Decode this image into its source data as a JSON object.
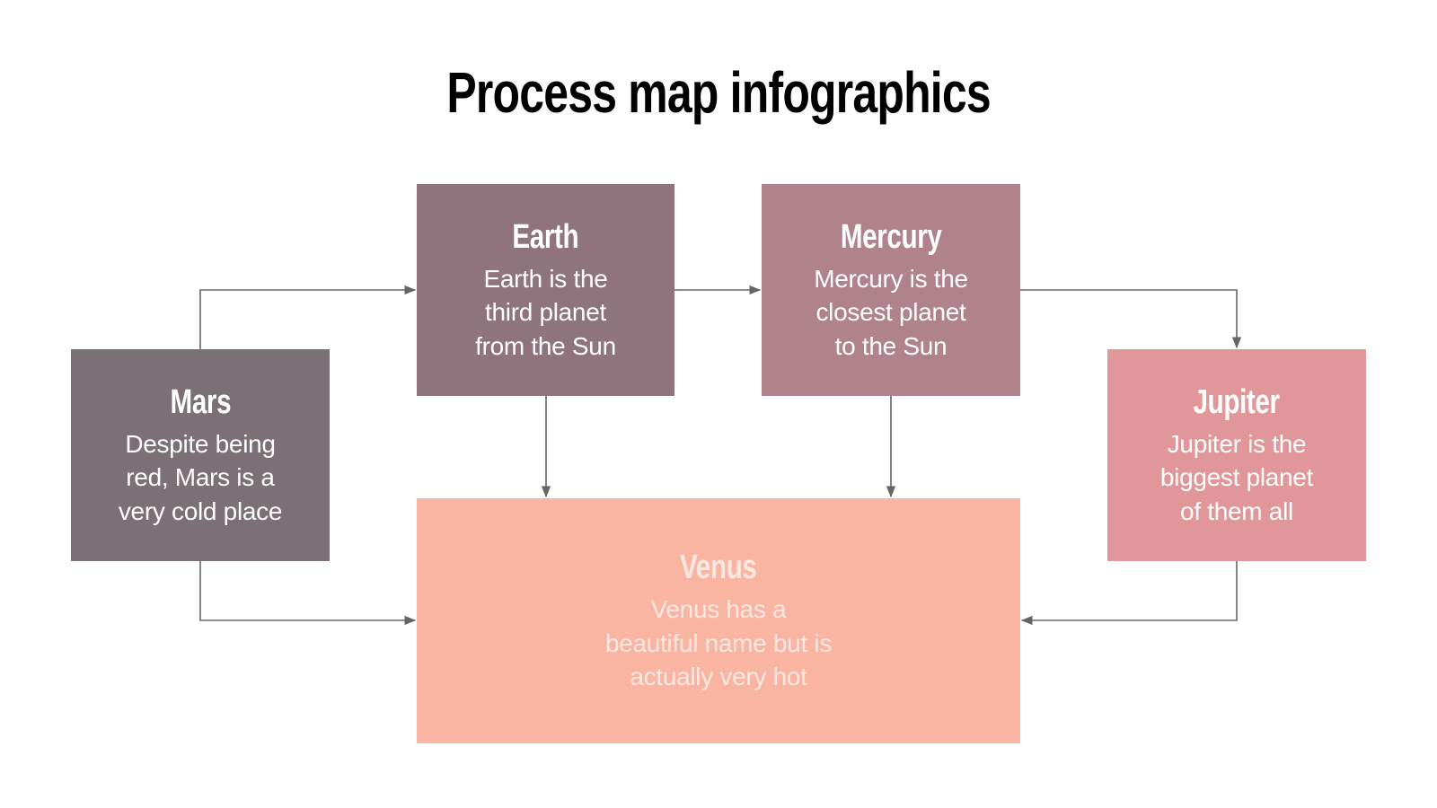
{
  "title": "Process map infographics",
  "colors": {
    "mars": "#7b7075",
    "earth": "#8f747d",
    "mercury": "#b0828b",
    "jupiter": "#e1979a",
    "venus": "#f9b4a2",
    "connector": "#666666"
  },
  "nodes": {
    "mars": {
      "name": "Mars",
      "description": "Despite being red, Mars is a very cold place",
      "lines": [
        "Despite being",
        "red, Mars is a",
        "very cold place"
      ]
    },
    "earth": {
      "name": "Earth",
      "description": "Earth is the third planet from the Sun",
      "lines": [
        "Earth is the",
        "third planet",
        "from the Sun"
      ]
    },
    "mercury": {
      "name": "Mercury",
      "description": "Mercury is the closest planet to the Sun",
      "lines": [
        "Mercury is the",
        "closest planet",
        "to the Sun"
      ]
    },
    "jupiter": {
      "name": "Jupiter",
      "description": "Jupiter is the biggest planet of them all",
      "lines": [
        "Jupiter is the",
        "biggest planet",
        "of them all"
      ]
    },
    "venus": {
      "name": "Venus",
      "description": "Venus has a beautiful name but is actually very hot",
      "lines": [
        "Venus has a",
        "beautiful name but is",
        "actually very hot"
      ]
    }
  },
  "edges": [
    {
      "from": "Mars",
      "to": "Earth"
    },
    {
      "from": "Mars",
      "to": "Venus"
    },
    {
      "from": "Earth",
      "to": "Mercury"
    },
    {
      "from": "Earth",
      "to": "Venus"
    },
    {
      "from": "Mercury",
      "to": "Jupiter"
    },
    {
      "from": "Mercury",
      "to": "Venus"
    },
    {
      "from": "Jupiter",
      "to": "Venus"
    }
  ]
}
